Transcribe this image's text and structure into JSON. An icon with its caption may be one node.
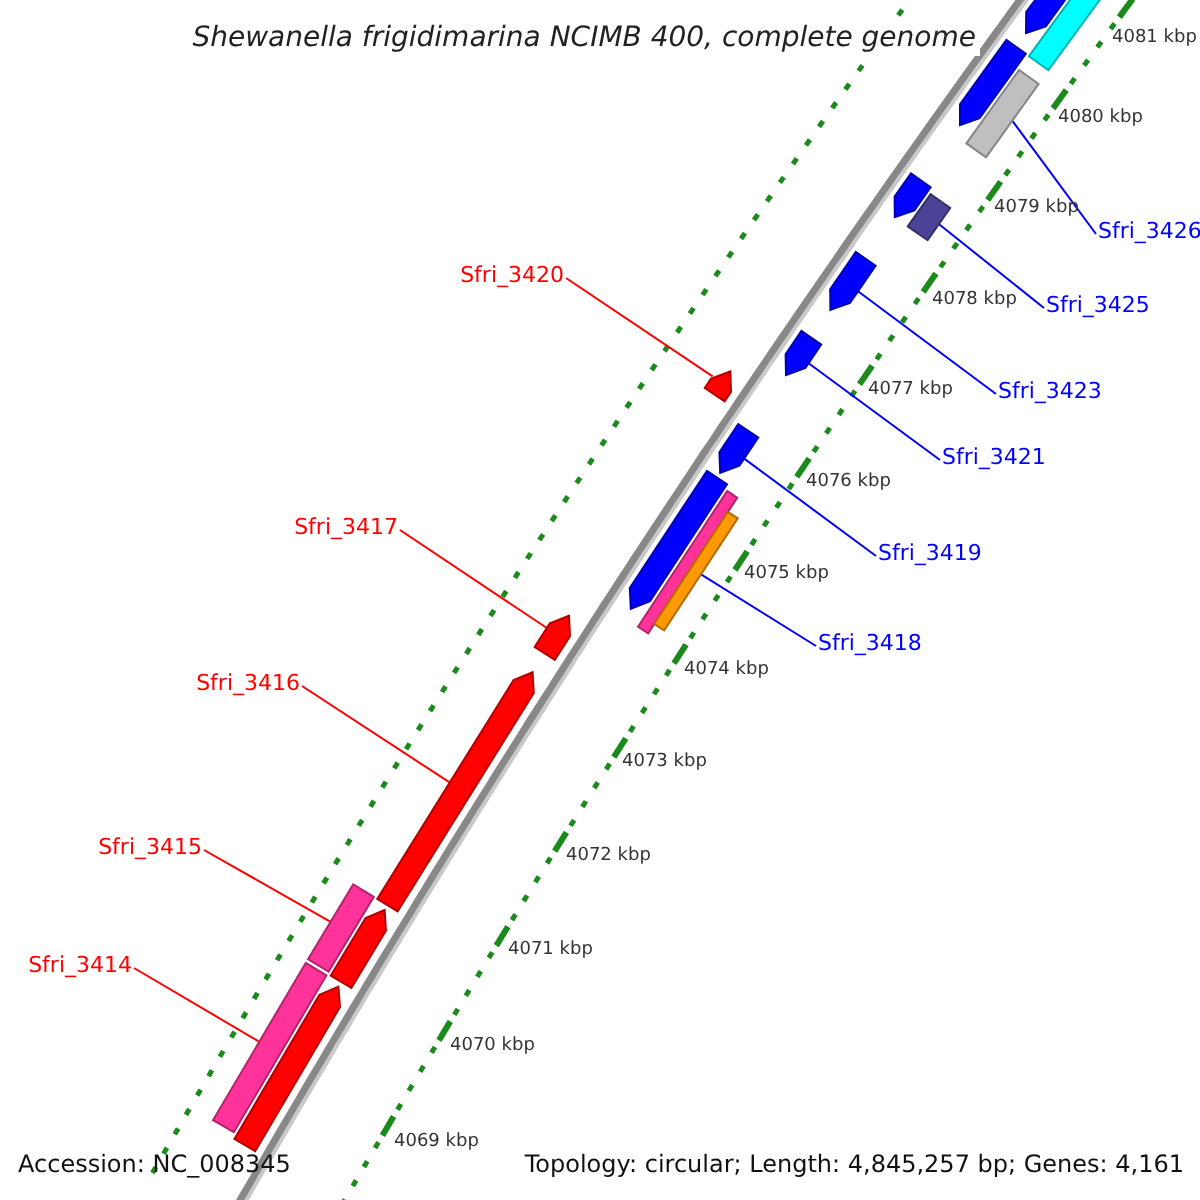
{
  "diagram": {
    "title": "Shewanella frigidimarina NCIMB 400, complete genome",
    "nodes": [
      {
        "text": [
          "Sfri_3426"
        ]
      },
      {
        "text": [
          "Sfri_3420"
        ]
      },
      {
        "text": [
          "Sfri_3425"
        ]
      },
      {
        "text": [
          "Sfri_3423"
        ]
      },
      {
        "text": [
          "Sfri_3421"
        ]
      },
      {
        "text": [
          "Sfri_3417"
        ]
      },
      {
        "text": [
          "Sfri_3419"
        ]
      },
      {
        "text": [
          "Sfri_3418"
        ]
      },
      {
        "text": [
          "Sfri_3416"
        ]
      },
      {
        "text": [
          "Sfri_3415"
        ]
      },
      {
        "text": [
          "Sfri_3414"
        ]
      },
      {
        "text": [],
        "shape": "arrow"
      },
      {
        "text": [],
        "shape": "bar"
      },
      {
        "text": [],
        "shape": "arrow"
      },
      {
        "text": [],
        "shape": "bar"
      },
      {
        "text": [],
        "shape": "arrow"
      },
      {
        "text": [],
        "shape": "bar"
      },
      {
        "text": [],
        "shape": "arrow"
      },
      {
        "text": [],
        "shape": "arrow"
      },
      {
        "text": [],
        "shape": "arrow"
      },
      {
        "text": [],
        "shape": "arrow"
      },
      {
        "text": [],
        "shape": "arrow"
      },
      {
        "text": [],
        "shape": "bar"
      },
      {
        "text": [],
        "shape": "bar"
      },
      {
        "text": [],
        "shape": "arrow"
      },
      {
        "text": [],
        "shape": "arrow"
      },
      {
        "text": [],
        "shape": "bar"
      },
      {
        "text": [],
        "shape": "arrow"
      },
      {
        "text": [],
        "shape": "bar"
      },
      {
        "text": [],
        "shape": "arrow"
      }
    ],
    "edges": [
      {
        "from": 0,
        "to": 14,
        "arrow": "none"
      },
      {
        "from": 1,
        "to": 19,
        "arrow": "none",
        "color": "#ff0000"
      },
      {
        "from": 2,
        "to": 16,
        "arrow": "none"
      },
      {
        "from": 3,
        "to": 17,
        "arrow": "none"
      },
      {
        "from": 4,
        "to": 18,
        "arrow": "none"
      },
      {
        "from": 5,
        "to": 24,
        "arrow": "none",
        "color": "#ff0000"
      },
      {
        "from": 6,
        "to": 20,
        "arrow": "none"
      },
      {
        "from": 7,
        "to": 23,
        "arrow": "none"
      },
      {
        "from": 8,
        "to": 25,
        "arrow": "none",
        "color": "#ff0000"
      },
      {
        "from": 9,
        "to": 26,
        "arrow": "none",
        "color": "#ff0000"
      },
      {
        "from": 10,
        "to": 28,
        "arrow": "none",
        "color": "#ff0000"
      }
    ],
    "labels": [
      "4081 kbp",
      "4080 kbp",
      "4079 kbp",
      "4078 kbp",
      "4077 kbp",
      "4076 kbp",
      "4075 kbp",
      "4074 kbp",
      "4073 kbp",
      "4072 kbp",
      "4071 kbp",
      "4070 kbp",
      "4069 kbp",
      "Accession: NC_008345",
      "Topology: circular; Length: 4,845,257 bp; Genes: 4,161"
    ]
  }
}
